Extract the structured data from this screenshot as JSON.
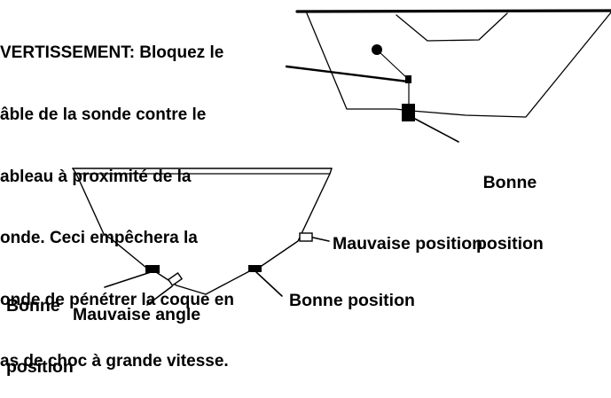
{
  "warning": {
    "lines": [
      "VERTISSEMENT: Bloquez le",
      "âble de la sonde contre le",
      "ableau à proximité de la",
      "onde. Ceci empêchera la",
      "onde de pénétrer la coque en",
      "as de choc à grande vitesse."
    ]
  },
  "top_figure": {
    "label_line1": "Bonne",
    "label_line2": "position"
  },
  "bottom_figure": {
    "left_label_line1": "Bonne",
    "left_label_line2": "position",
    "bad_angle_label": "Mauvaise angle",
    "right_good_label": "Bonne position",
    "bad_position_label": "Mauvaise position"
  }
}
